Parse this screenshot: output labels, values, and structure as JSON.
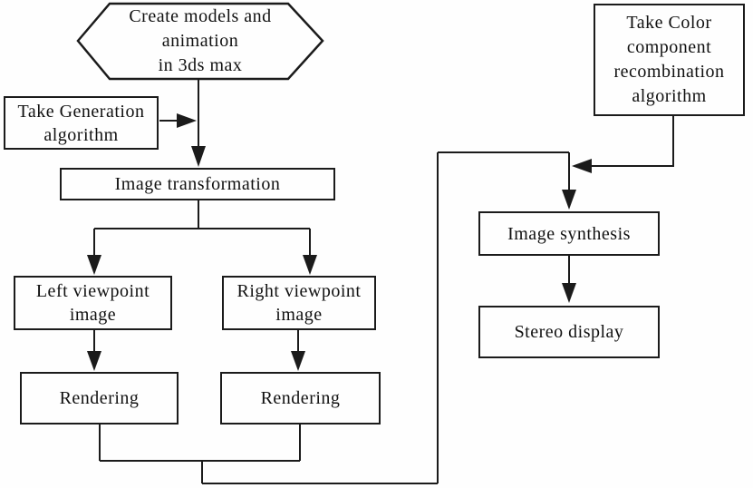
{
  "diagram": {
    "type": "flowchart",
    "background_color": "#fefefe",
    "line_color": "#1b1b1b",
    "text_color": "#111111",
    "nodes": {
      "create_models": {
        "shape": "hexagon",
        "label": "Create models and\nanimation\nin 3ds max"
      },
      "take_generation": {
        "shape": "rect",
        "label": "Take Generation\nalgorithm"
      },
      "image_transformation": {
        "shape": "rect",
        "label": "Image transformation"
      },
      "left_viewpoint": {
        "shape": "rect",
        "label": "Left viewpoint\nimage"
      },
      "right_viewpoint": {
        "shape": "rect",
        "label": "Right viewpoint\nimage"
      },
      "rendering_left": {
        "shape": "rect",
        "label": "Rendering"
      },
      "rendering_right": {
        "shape": "rect",
        "label": "Rendering"
      },
      "take_color": {
        "shape": "rect",
        "label": "Take Color\ncomponent\nrecombination\nalgorithm"
      },
      "image_synthesis": {
        "shape": "rect",
        "label": "Image synthesis"
      },
      "stereo_display": {
        "shape": "rect",
        "label": "Stereo display"
      }
    },
    "edges": [
      "create_models -> image_transformation",
      "take_generation -> image_transformation",
      "image_transformation -> left_viewpoint",
      "image_transformation -> right_viewpoint",
      "left_viewpoint -> rendering_left",
      "right_viewpoint -> rendering_right",
      "rendering_left -> image_synthesis",
      "rendering_right -> image_synthesis",
      "take_color -> image_synthesis",
      "image_synthesis -> stereo_display"
    ]
  }
}
